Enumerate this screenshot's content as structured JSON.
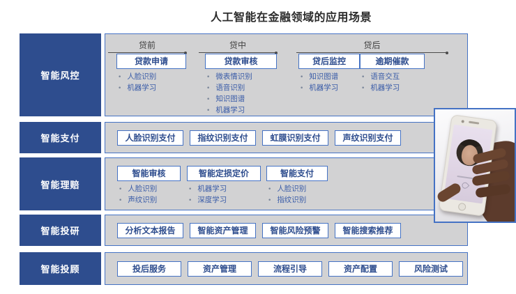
{
  "title": "人工智能在金融领域的应用场景",
  "colors": {
    "accent_blue": "#2E4D8E",
    "border_blue": "#4472C4",
    "panel_gray": "#D2D2D3",
    "bullet_blue": "#3A5CA8"
  },
  "rows": [
    {
      "label": "智能风控",
      "phases": [
        "贷前",
        "贷中",
        "贷后"
      ],
      "columns": [
        {
          "box": "贷款申请",
          "bullets": [
            "人脸识别",
            "机器学习"
          ]
        },
        {
          "box": "贷款审核",
          "bullets": [
            "微表情识别",
            "语音识别",
            "知识图谱",
            "机器学习"
          ]
        },
        {
          "box": "贷后监控",
          "bullets": [
            "知识图谱",
            "机器学习"
          ]
        },
        {
          "box": "逾期催款",
          "bullets": [
            "语音交互",
            "机器学习"
          ]
        }
      ]
    },
    {
      "label": "智能支付",
      "boxes": [
        "人脸识别支付",
        "指纹识别支付",
        "虹膜识别支付",
        "声纹识别支付"
      ]
    },
    {
      "label": "智能理赔",
      "columns": [
        {
          "box": "智能审核",
          "bullets": [
            "人脸识别",
            "声纹识别"
          ]
        },
        {
          "box": "智能定损定价",
          "bullets": [
            "机器学习",
            "深度学习"
          ]
        },
        {
          "box": "智能支付",
          "bullets": [
            "人脸识别",
            "指纹识别"
          ]
        }
      ]
    },
    {
      "label": "智能投研",
      "boxes": [
        "分析文本报告",
        "智能资产管理",
        "智能风险预警",
        "智能搜索推荐"
      ]
    },
    {
      "label": "智能投顾",
      "boxes": [
        "投后服务",
        "资产管理",
        "流程引导",
        "资产配置",
        "风险测试"
      ]
    }
  ],
  "photo": {
    "name": "face-recognition-phone-photo"
  }
}
